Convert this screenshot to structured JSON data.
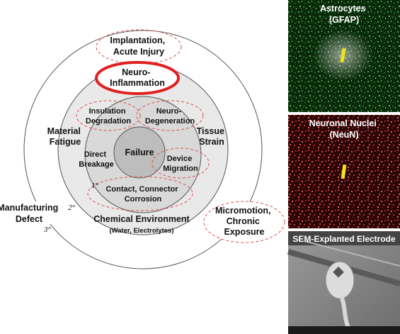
{
  "diagram": {
    "center": {
      "label": "Failure"
    },
    "rings": {
      "inner_marker": "1°",
      "middle_marker": "2°",
      "outer_marker": "3°"
    },
    "tertiary": {
      "implantation": [
        "Implantation,",
        "Acute Injury"
      ],
      "manufacturing": [
        "Manufacturing",
        "Defect"
      ],
      "micromotion": [
        "Micromotion,",
        "Chronic",
        "Exposure"
      ]
    },
    "secondary": {
      "neuroinflammation": [
        "Neuro-",
        "Inflammation"
      ],
      "material_fatigue": [
        "Material",
        "Fatigue"
      ],
      "tissue_strain": [
        "Tissue",
        "Strain"
      ],
      "chemical_environment": "Chemical Environment",
      "chemical_detail": "(Water, Electrolytes)"
    },
    "primary": {
      "insulation": [
        "Insulation",
        "Degradation"
      ],
      "neurodegeneration": [
        "Neuro-",
        "Degeneration"
      ],
      "direct_breakage": [
        "Direct",
        "Breakage"
      ],
      "device_migration": [
        "Device",
        "Migration"
      ],
      "contact": [
        "Contact, Connector",
        "Corrosion"
      ]
    }
  },
  "panels": {
    "astrocytes": {
      "title": [
        "Astrocytes",
        "(GFAP)"
      ],
      "color": "#2a7d2a"
    },
    "neuronal": {
      "title": [
        "Neuronal Nuclei",
        "(NeuN)"
      ],
      "color": "#b02020"
    },
    "sem": {
      "title": "SEM-Explanted Electrode"
    }
  },
  "colors": {
    "highlight_ring": "#e02020",
    "dashed_ellipse": "#e05050",
    "electrode_marker": "#f2e21a"
  }
}
